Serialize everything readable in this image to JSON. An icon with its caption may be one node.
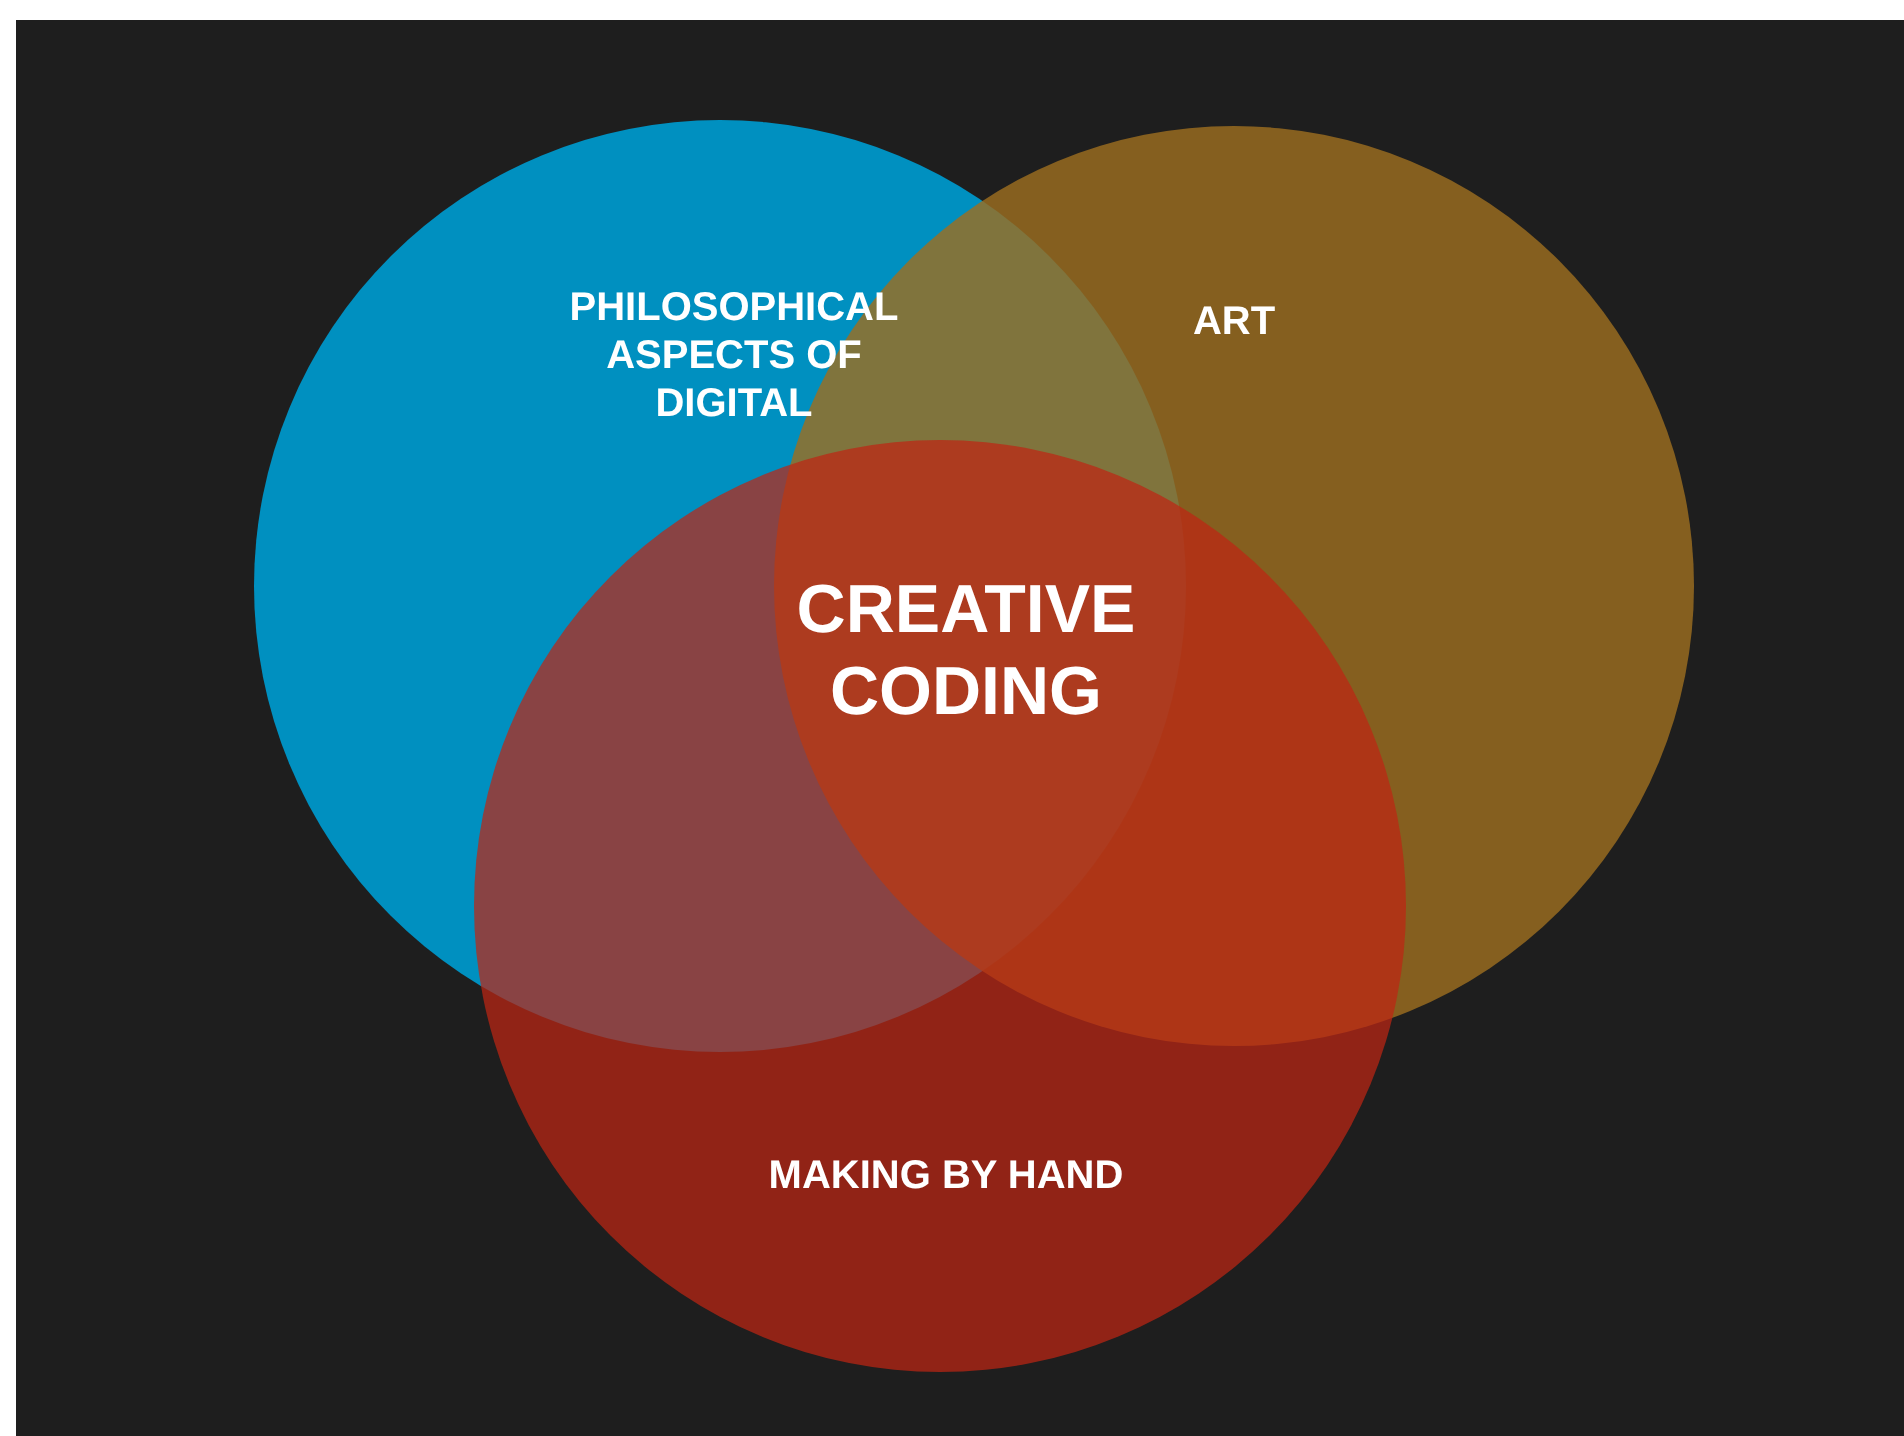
{
  "diagram": {
    "nodes": [
      {
        "text": [
          "PHILOSOPHICAL ASPECTS OF DIGITAL"
        ]
      },
      {
        "text": [
          "ART"
        ]
      },
      {
        "text": [
          "MAKING BY HAND"
        ]
      }
    ],
    "labels": [
      "CREATIVE CODING"
    ]
  }
}
